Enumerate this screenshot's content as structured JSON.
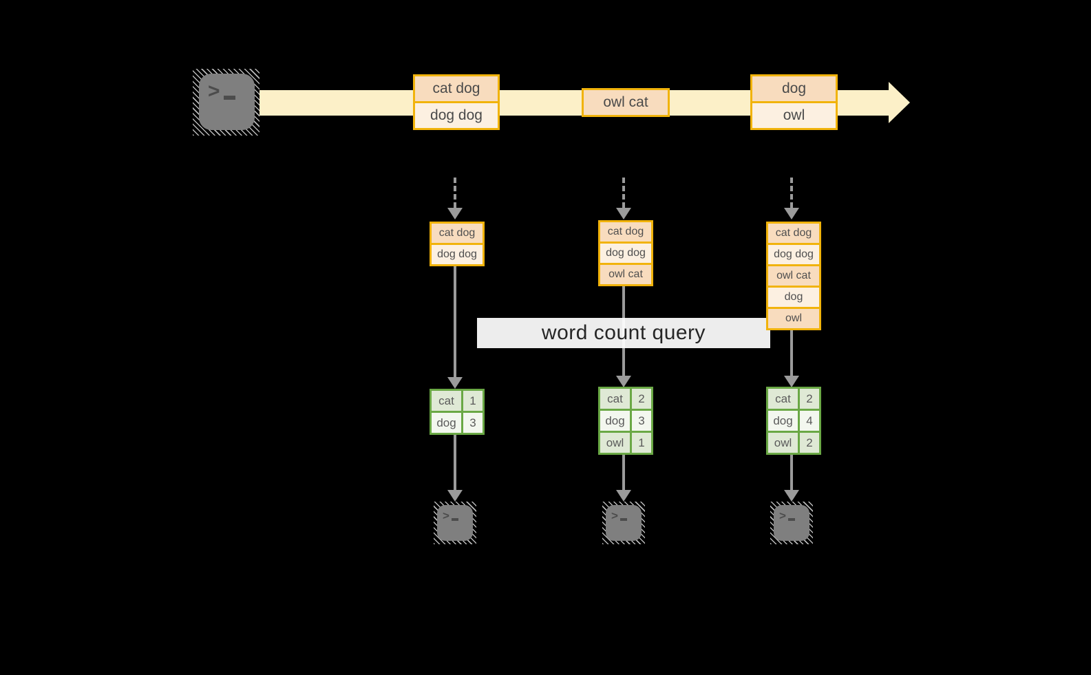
{
  "title": {
    "label": "word count query"
  },
  "stream": {
    "events": [
      {
        "rows": [
          "cat dog",
          "dog dog"
        ]
      },
      {
        "rows": [
          "owl cat"
        ]
      },
      {
        "rows": [
          "dog",
          "owl"
        ]
      }
    ]
  },
  "columns": [
    {
      "buffer": [
        "cat dog",
        "dog dog"
      ],
      "counts": [
        {
          "word": "cat",
          "count": "1"
        },
        {
          "word": "dog",
          "count": "3"
        }
      ]
    },
    {
      "buffer": [
        "cat dog",
        "dog dog",
        "owl cat"
      ],
      "counts": [
        {
          "word": "cat",
          "count": "2"
        },
        {
          "word": "dog",
          "count": "3"
        },
        {
          "word": "owl",
          "count": "1"
        }
      ]
    },
    {
      "buffer": [
        "cat dog",
        "dog dog",
        "owl cat",
        "dog",
        "owl"
      ],
      "counts": [
        {
          "word": "cat",
          "count": "2"
        },
        {
          "word": "dog",
          "count": "4"
        },
        {
          "word": "owl",
          "count": "2"
        }
      ]
    }
  ],
  "icons": {
    "source": "terminal-prompt-icon",
    "consumers": [
      "terminal-prompt-icon",
      "terminal-prompt-icon",
      "terminal-prompt-icon"
    ],
    "prompt_glyph": ">"
  },
  "colors": {
    "background": "#000000",
    "stream_band": "#fcf0c8",
    "event_border": "#f1b30b",
    "event_fill_dark": "#f8dcbe",
    "event_fill_light": "#fcf0e1",
    "count_border": "#6aa845",
    "count_fill_dark": "#dfe9d5",
    "count_fill_light": "#f3f7ef",
    "arrow_gray": "#9b9b9b",
    "terminal_gray": "#7f7f7f",
    "query_bar_bg": "#ffffff",
    "query_text": "#262626"
  }
}
